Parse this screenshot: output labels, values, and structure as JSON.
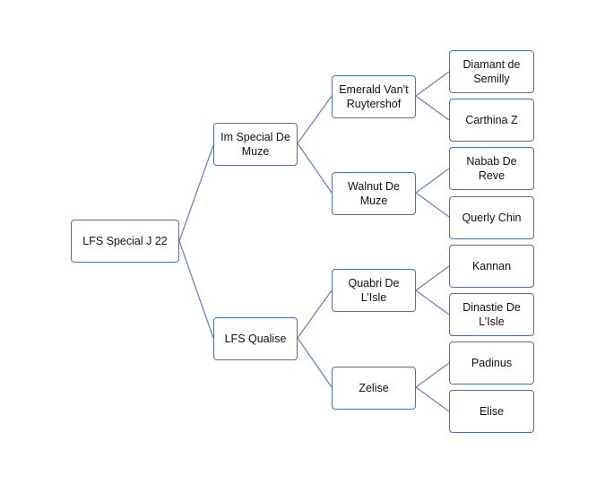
{
  "pedigree": {
    "subject": "LFS Special J 22",
    "sire": {
      "name": "Im Special De\nMuze",
      "sire": {
        "name": "Emerald Van’t\nRuytershof",
        "sire": "Diamant de\nSemilly",
        "dam": "Carthina Z"
      },
      "dam": {
        "name": "Walnut De\nMuze",
        "sire": "Nabab De\nReve",
        "dam": "Querly Chin"
      }
    },
    "dam": {
      "name": "LFS Qualise",
      "sire": {
        "name": "Quabri De\nL’Isle",
        "sire": "Kannan",
        "dam": "Dinastie De\nL’Isle"
      },
      "dam": {
        "name": "Zelise",
        "sire": "Padinus",
        "dam": "Elise"
      }
    }
  },
  "colors": {
    "border": "#4f6fa8",
    "line": "#6a86bd"
  }
}
